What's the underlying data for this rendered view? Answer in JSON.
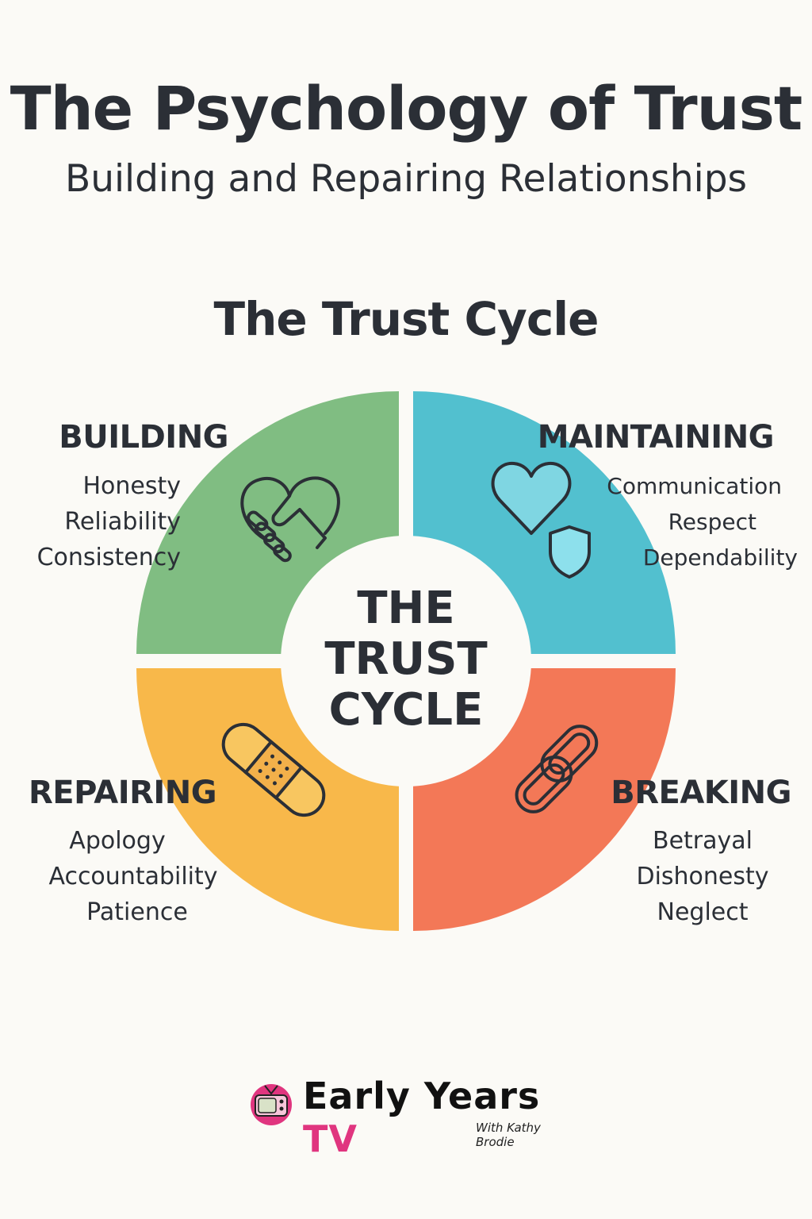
{
  "header": {
    "title": "The Psychology of Trust",
    "subtitle": "Building and Repairing Relationships"
  },
  "cycle": {
    "title": "The Trust Cycle",
    "center_lines": [
      "THE",
      "TRUST",
      "CYCLE"
    ],
    "quadrants": [
      {
        "label": "BUILDING",
        "items": [
          "Honesty",
          "Reliability",
          "Consistency"
        ],
        "color": "#80bd82",
        "icon": "handshake-heart-icon"
      },
      {
        "label": "MAINTAINING",
        "items": [
          "Communication",
          "Respect",
          "Dependability"
        ],
        "color": "#52c0cf",
        "icon": "heart-shield-icon"
      },
      {
        "label": "REPAIRING",
        "items": [
          "Apology",
          "Accountability",
          "Patience"
        ],
        "color": "#f8b84a",
        "icon": "bandage-icon"
      },
      {
        "label": "BREAKING",
        "items": [
          "Betrayal",
          "Dishonesty",
          "Neglect"
        ],
        "color": "#f37857",
        "icon": "broken-chain-icon"
      }
    ]
  },
  "footer": {
    "logo_main": "Early Years",
    "logo_tv": "TV",
    "logo_sub": "With Kathy Brodie"
  }
}
